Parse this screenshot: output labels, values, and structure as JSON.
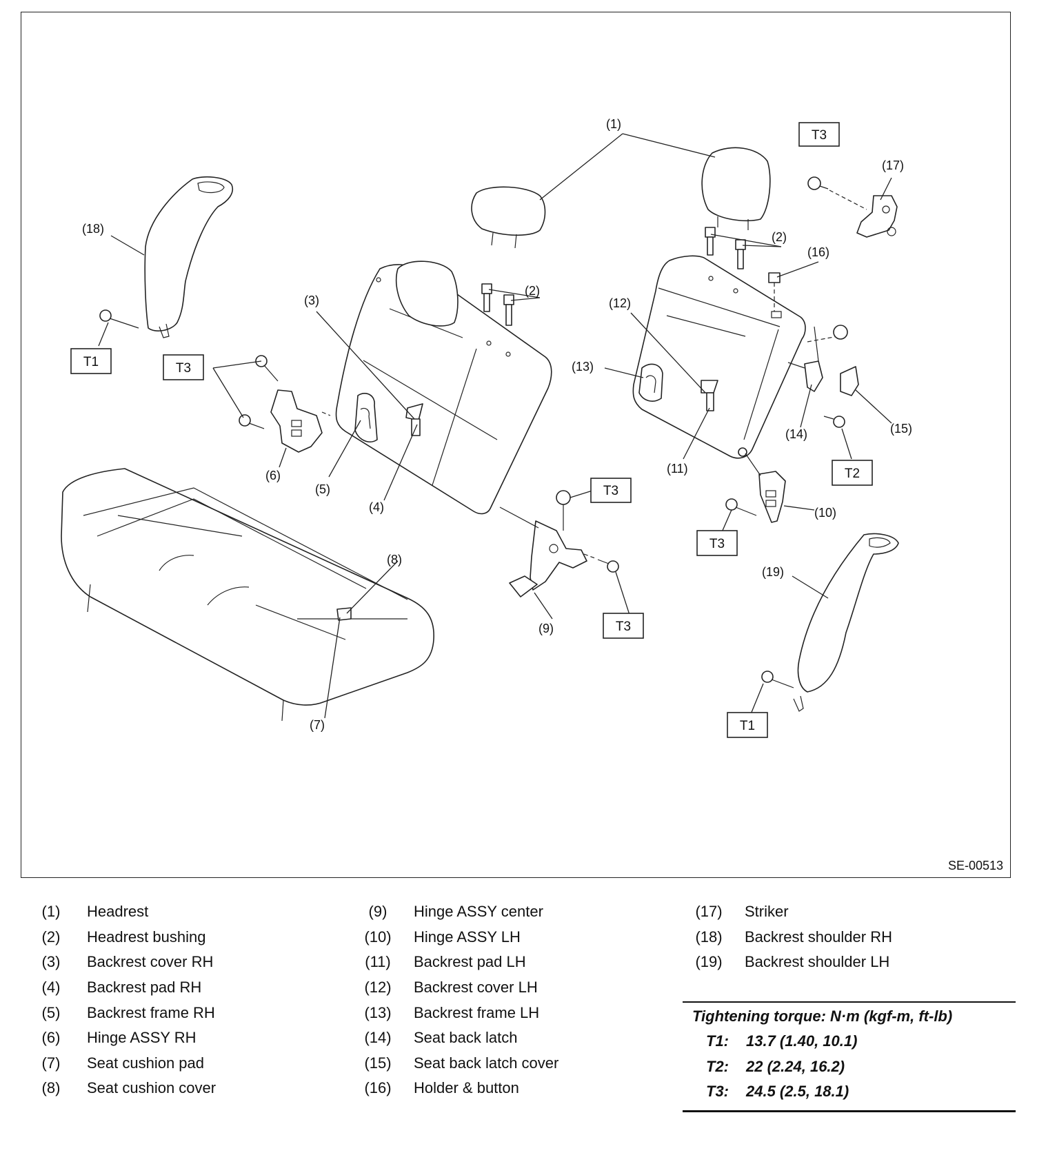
{
  "figure_code": "SE-00513",
  "callouts": {
    "c1": "(1)",
    "c2a": "(2)",
    "c2b": "(2)",
    "c3": "(3)",
    "c4": "(4)",
    "c5": "(5)",
    "c6": "(6)",
    "c7": "(7)",
    "c8": "(8)",
    "c9": "(9)",
    "c10": "(10)",
    "c11": "(11)",
    "c12": "(12)",
    "c13": "(13)",
    "c14": "(14)",
    "c15": "(15)",
    "c16": "(16)",
    "c17": "(17)",
    "c18": "(18)",
    "c19": "(19)"
  },
  "torque_boxes": {
    "t1_left": "T1",
    "t3_left": "T3",
    "t3_top_right": "T3",
    "t3_center_top": "T3",
    "t3_center_bottom": "T3",
    "t3_lh_hinge": "T3",
    "t2_right": "T2",
    "t1_right": "T1"
  },
  "legend": [
    [
      {
        "num": "(1)",
        "name": "Headrest"
      },
      {
        "num": "(2)",
        "name": "Headrest bushing"
      },
      {
        "num": "(3)",
        "name": "Backrest cover RH"
      },
      {
        "num": "(4)",
        "name": "Backrest pad RH"
      },
      {
        "num": "(5)",
        "name": "Backrest frame RH"
      },
      {
        "num": "(6)",
        "name": "Hinge ASSY RH"
      },
      {
        "num": "(7)",
        "name": "Seat cushion pad"
      },
      {
        "num": "(8)",
        "name": "Seat cushion cover"
      }
    ],
    [
      {
        "num": "(9)",
        "name": "Hinge ASSY center"
      },
      {
        "num": "(10)",
        "name": "Hinge ASSY LH"
      },
      {
        "num": "(11)",
        "name": "Backrest pad LH"
      },
      {
        "num": "(12)",
        "name": "Backrest cover LH"
      },
      {
        "num": "(13)",
        "name": "Backrest frame LH"
      },
      {
        "num": "(14)",
        "name": "Seat back latch"
      },
      {
        "num": "(15)",
        "name": "Seat back latch cover"
      },
      {
        "num": "(16)",
        "name": "Holder & button"
      }
    ],
    [
      {
        "num": "(17)",
        "name": "Striker"
      },
      {
        "num": "(18)",
        "name": "Backrest shoulder RH"
      },
      {
        "num": "(19)",
        "name": "Backrest shoulder LH"
      }
    ]
  ],
  "torque_table": {
    "title": "Tightening torque: N·m (kgf-m, ft-lb)",
    "rows": [
      {
        "key": "T1:",
        "value": "13.7 (1.40, 10.1)"
      },
      {
        "key": "T2:",
        "value": "22 (2.24, 16.2)"
      },
      {
        "key": "T3:",
        "value": "24.5 (2.5, 18.1)"
      }
    ]
  }
}
